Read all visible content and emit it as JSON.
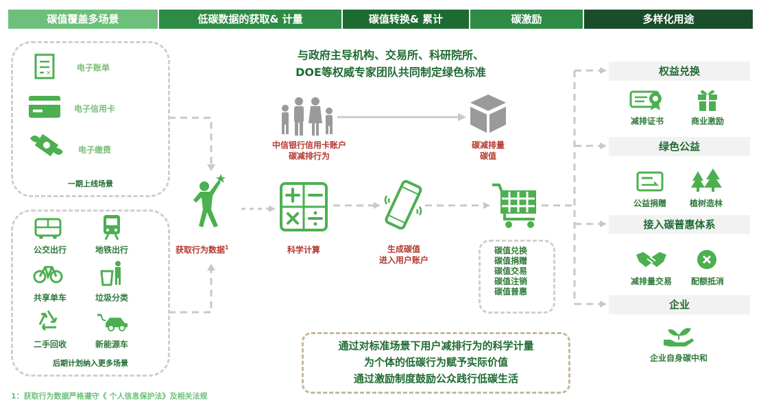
{
  "header": {
    "tabs": [
      {
        "label": "碳值覆盖多场景"
      },
      {
        "label": "低碳数据的获取& 计量"
      },
      {
        "label": "碳值转换& 累计"
      },
      {
        "label": "碳激励"
      },
      {
        "label": "多样化用途"
      }
    ]
  },
  "phase1": {
    "items": [
      "电子账单",
      "电子信用卡",
      "电子缴费"
    ],
    "caption": "一期上线场景"
  },
  "later": {
    "items": [
      "公交出行",
      "地铁出行",
      "共享单车",
      "垃圾分类",
      "二手回收",
      "新能源车"
    ],
    "caption": "后期计划纳入更多场景"
  },
  "standard": {
    "line1": "与政府主导机构、交易所、科研院所、",
    "line2": "DOE等权威专家团队共同制定绿色标准"
  },
  "flow": {
    "family_label1": "中信银行信用卡账户",
    "family_label2": "碳减排行为",
    "emission_label1": "碳减排量",
    "emission_label2": "碳值",
    "acquire_label": "获取行为数据",
    "acquire_sup": "1",
    "calc_label": "科学计算",
    "generate_label1": "生成碳值",
    "generate_label2": "进入用户账户"
  },
  "carbon_uses": [
    "碳值兑换",
    "碳值捐赠",
    "碳值交易",
    "碳值注销",
    "碳值普惠"
  ],
  "uses": {
    "rights": {
      "title": "权益兑换",
      "items": [
        "减排证书",
        "商业激励"
      ]
    },
    "green": {
      "title": "绿色公益",
      "items": [
        "公益捐赠",
        "植树造林"
      ]
    },
    "inclusive": {
      "title": "接入碳普惠体系",
      "items": [
        "减排量交易",
        "配额抵消"
      ]
    },
    "enterprise": {
      "title": "企业",
      "items": [
        "企业自身碳中和"
      ]
    }
  },
  "summary": {
    "line1": "通过对标准场景下用户减排行为的科学计量",
    "line2": "为个体的低碳行为赋予实际价值",
    "line3": "通过激励制度鼓励公众践行低碳生活"
  },
  "footnote": "1：获取行为数据严格遵守《 个人信息保护法》及相关法规",
  "colors": {
    "tab1": "#6cc07a",
    "tab2": "#2e8b45",
    "tab3": "#1e6b32",
    "tab4": "#2e8b45",
    "tab5": "#1a4d2a",
    "icon_green": "#4caf50",
    "text_green": "#1e6b32"
  }
}
